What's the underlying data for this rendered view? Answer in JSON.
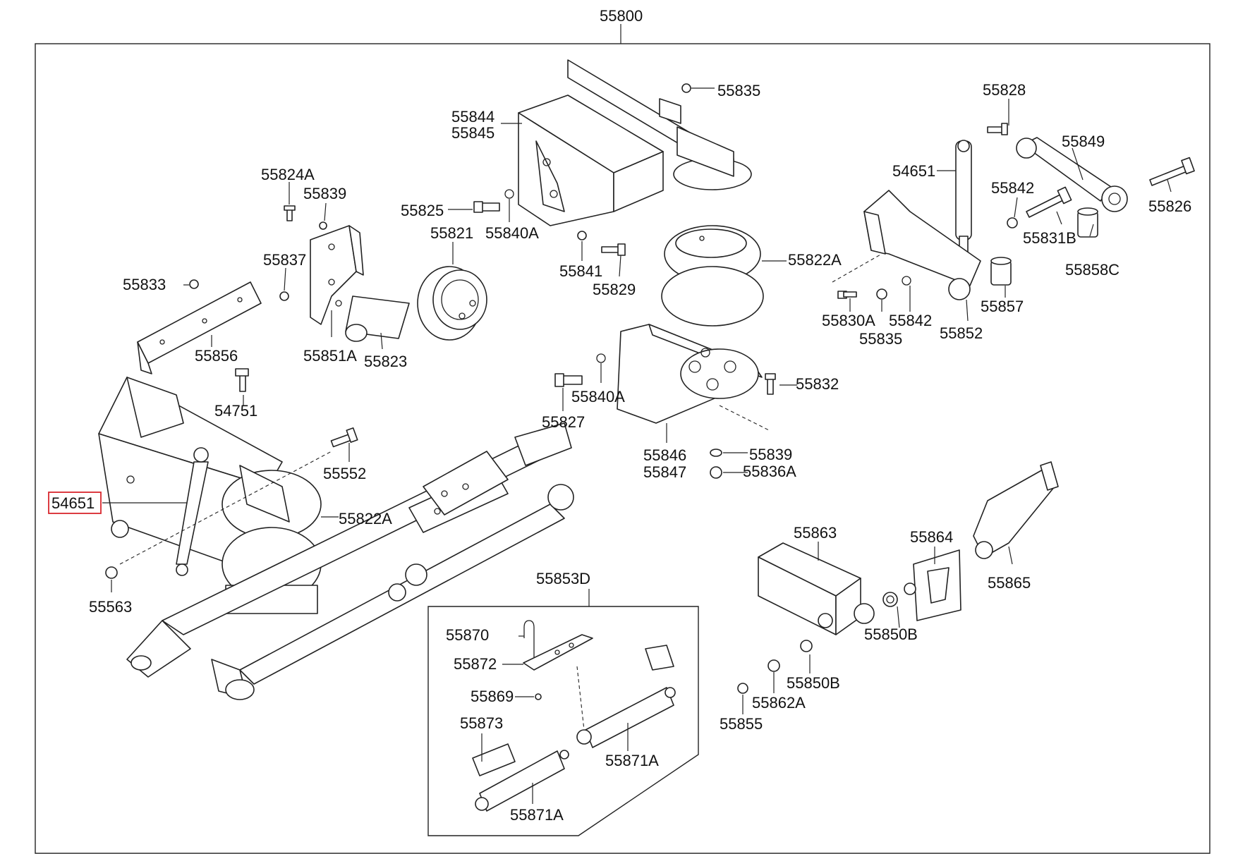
{
  "diagram": {
    "assembly_number": "55800",
    "highlight_color": "#d9272e",
    "highlighted_label": "54651",
    "labels": {
      "p55800": "55800",
      "p55835a": "55835",
      "p55844": "55844",
      "p55845": "55845",
      "p55828": "55828",
      "p55849": "55849",
      "p54651a": "54651",
      "p55824A": "55824A",
      "p55839a": "55839",
      "p55825": "55825",
      "p55842a": "55842",
      "p55826": "55826",
      "p55821": "55821",
      "p55840Aa": "55840A",
      "p55831B": "55831B",
      "p55858C": "55858C",
      "p55837": "55837",
      "p55841": "55841",
      "p55822Aa": "55822A",
      "p55833": "55833",
      "p55829": "55829",
      "p55830A": "55830A",
      "p55842b": "55842",
      "p55857": "55857",
      "p55851A": "55851A",
      "p55835b": "55835",
      "p55852": "55852",
      "p55856": "55856",
      "p55823": "55823",
      "p55840Ab": "55840A",
      "p55832": "55832",
      "p54751": "54751",
      "p55827": "55827",
      "p55846": "55846",
      "p55847": "55847",
      "p55839b": "55839",
      "p55836A": "55836A",
      "p55552": "55552",
      "p54651b": "54651",
      "p55822Ab": "55822A",
      "p55863": "55863",
      "p55864": "55864",
      "p55865": "55865",
      "p55563": "55563",
      "p55853D": "55853D",
      "p55850Ba": "55850B",
      "p55870": "55870",
      "p55872": "55872",
      "p55850Bb": "55850B",
      "p55869": "55869",
      "p55862A": "55862A",
      "p55855": "55855",
      "p55873": "55873",
      "p55871Aa": "55871A",
      "p55871Ab": "55871A"
    }
  }
}
